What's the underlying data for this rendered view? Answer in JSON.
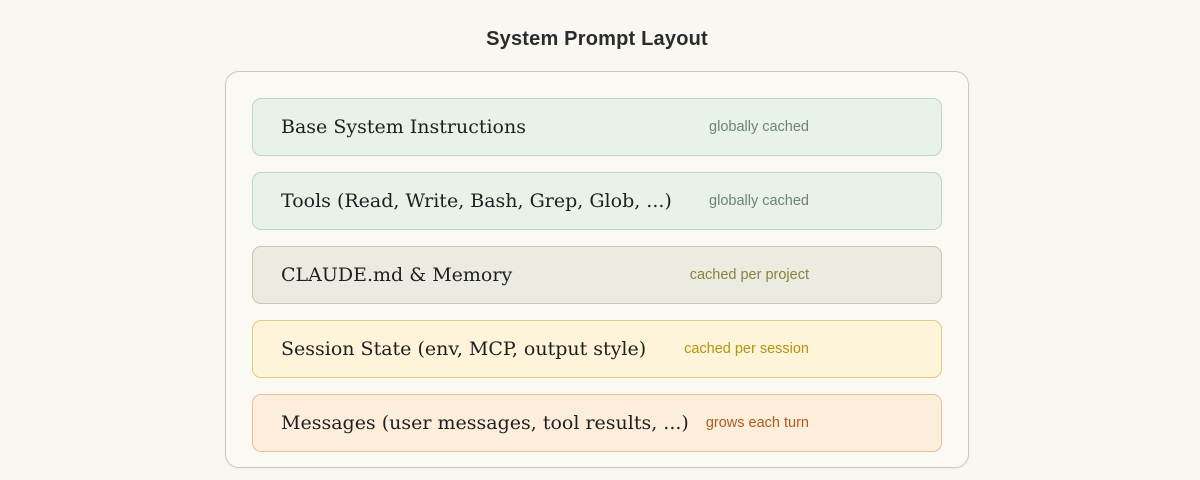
{
  "title": "System Prompt Layout",
  "colors": {
    "page_bg": "#f9f7f1",
    "container_bg": "#faf9f4",
    "container_border": "#c9c9c5",
    "title_color": "#2b2b2b",
    "label_color": "#1f1f1f"
  },
  "rows": [
    {
      "label": "Base System Instructions",
      "tag": "globally cached",
      "bg": "#e8f2e8",
      "border": "#bcd9bd",
      "tag_color": "#6e8471"
    },
    {
      "label": "Tools (Read, Write, Bash, Grep, Glob, ...)",
      "tag": "globally cached",
      "bg": "#e8f2e8",
      "border": "#bcd9bd",
      "tag_color": "#6e8471"
    },
    {
      "label": "CLAUDE.md & Memory",
      "tag": "cached per project",
      "bg": "#ecebe1",
      "border": "#c9c8ac",
      "tag_color": "#84843e"
    },
    {
      "label": "Session State (env, MCP, output style)",
      "tag": "cached per session",
      "bg": "#fdf4da",
      "border": "#e4ca7d",
      "tag_color": "#b6940b"
    },
    {
      "label": "Messages (user messages, tool results, ...)",
      "tag": "grows each turn",
      "bg": "#fdeedc",
      "border": "#eac197",
      "tag_color": "#ad5b1e"
    }
  ]
}
